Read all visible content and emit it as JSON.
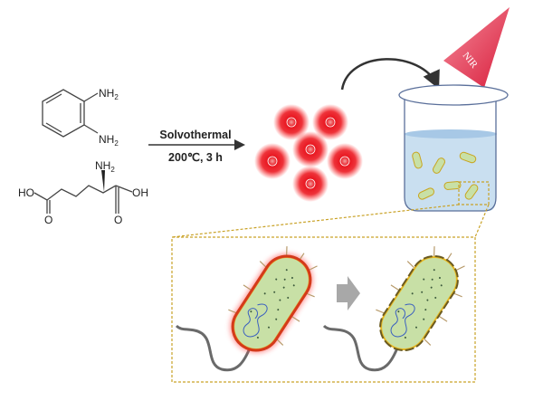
{
  "reactants": {
    "opd": {
      "amine_top": "NH2",
      "amine_bottom": "NH2"
    },
    "glutamic_acid": {
      "amine": "NH2",
      "left_acid": "HO",
      "right_acid": "OH",
      "carbonyl_o": "O"
    }
  },
  "reaction": {
    "condition_top": "Solvothermal",
    "condition_bottom": "200℃, 3 h"
  },
  "light_source": {
    "label": "NIR"
  },
  "colors": {
    "carbon_dot_red": "#e8141e",
    "nir_cone": "#e8405a",
    "water": "#c9dff0",
    "beaker_outline": "#5a6f9a",
    "cell_fill": "#c8e0a6",
    "membrane_heated": "#d43a1a",
    "membrane_damaged": "#c9a520",
    "zoom_box": "#c9a227",
    "arrow_gray": "#a8a8a8"
  }
}
